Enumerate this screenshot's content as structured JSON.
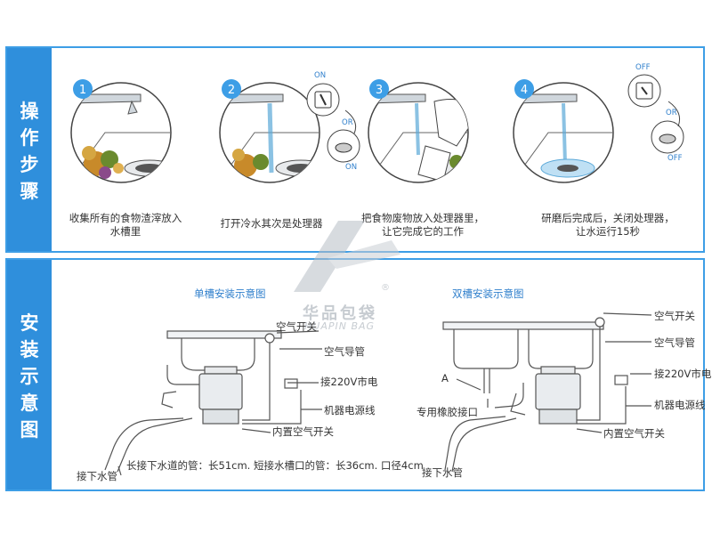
{
  "steps": {
    "heading": "操作步骤",
    "items": [
      {
        "number": "1",
        "caption_l1": "收集所有的食物渣滓放入",
        "caption_l2": "水槽里"
      },
      {
        "number": "2",
        "caption_l1": "打开冷水其次是处理器",
        "caption_l2": "",
        "switch_on_top": "ON",
        "switch_on_bottom": "ON",
        "or_label": "OR"
      },
      {
        "number": "3",
        "caption_l1": "把食物废物放入处理器里，",
        "caption_l2": "让它完成它的工作"
      },
      {
        "number": "4",
        "caption_l1": "研磨后完成后，关闭处理器，",
        "caption_l2": "让水运行15秒",
        "switch_off_top": "OFF",
        "switch_off_bottom": "OFF",
        "or_label": "OR"
      }
    ]
  },
  "install": {
    "heading": "安装示意图",
    "single": {
      "title": "单槽安装示意图",
      "air_switch": "空气开关",
      "air_tube": "空气导管",
      "power": "接220V市电",
      "cord": "机器电源线",
      "builtin_switch": "内置空气开关",
      "drain": "接下水管"
    },
    "double": {
      "title": "双槽安装示意图",
      "air_switch": "空气开关",
      "air_tube": "空气导管",
      "power": "接220V市电",
      "cord": "机器电源线",
      "builtin_switch": "内置空气开关",
      "drain": "接下水管",
      "rubber": "专用橡胶接口",
      "marker": "A"
    },
    "pipe_note": "长接下水道的管：长51cm. 短接水槽口的管：长36cm. 口径4cm"
  },
  "watermark": {
    "cn": "华品包袋",
    "en": "HUAPIN BAG",
    "reg": "®"
  },
  "colors": {
    "accent": "#2f8fdc",
    "border": "#3d9ee6",
    "title": "#2f7fcc"
  }
}
